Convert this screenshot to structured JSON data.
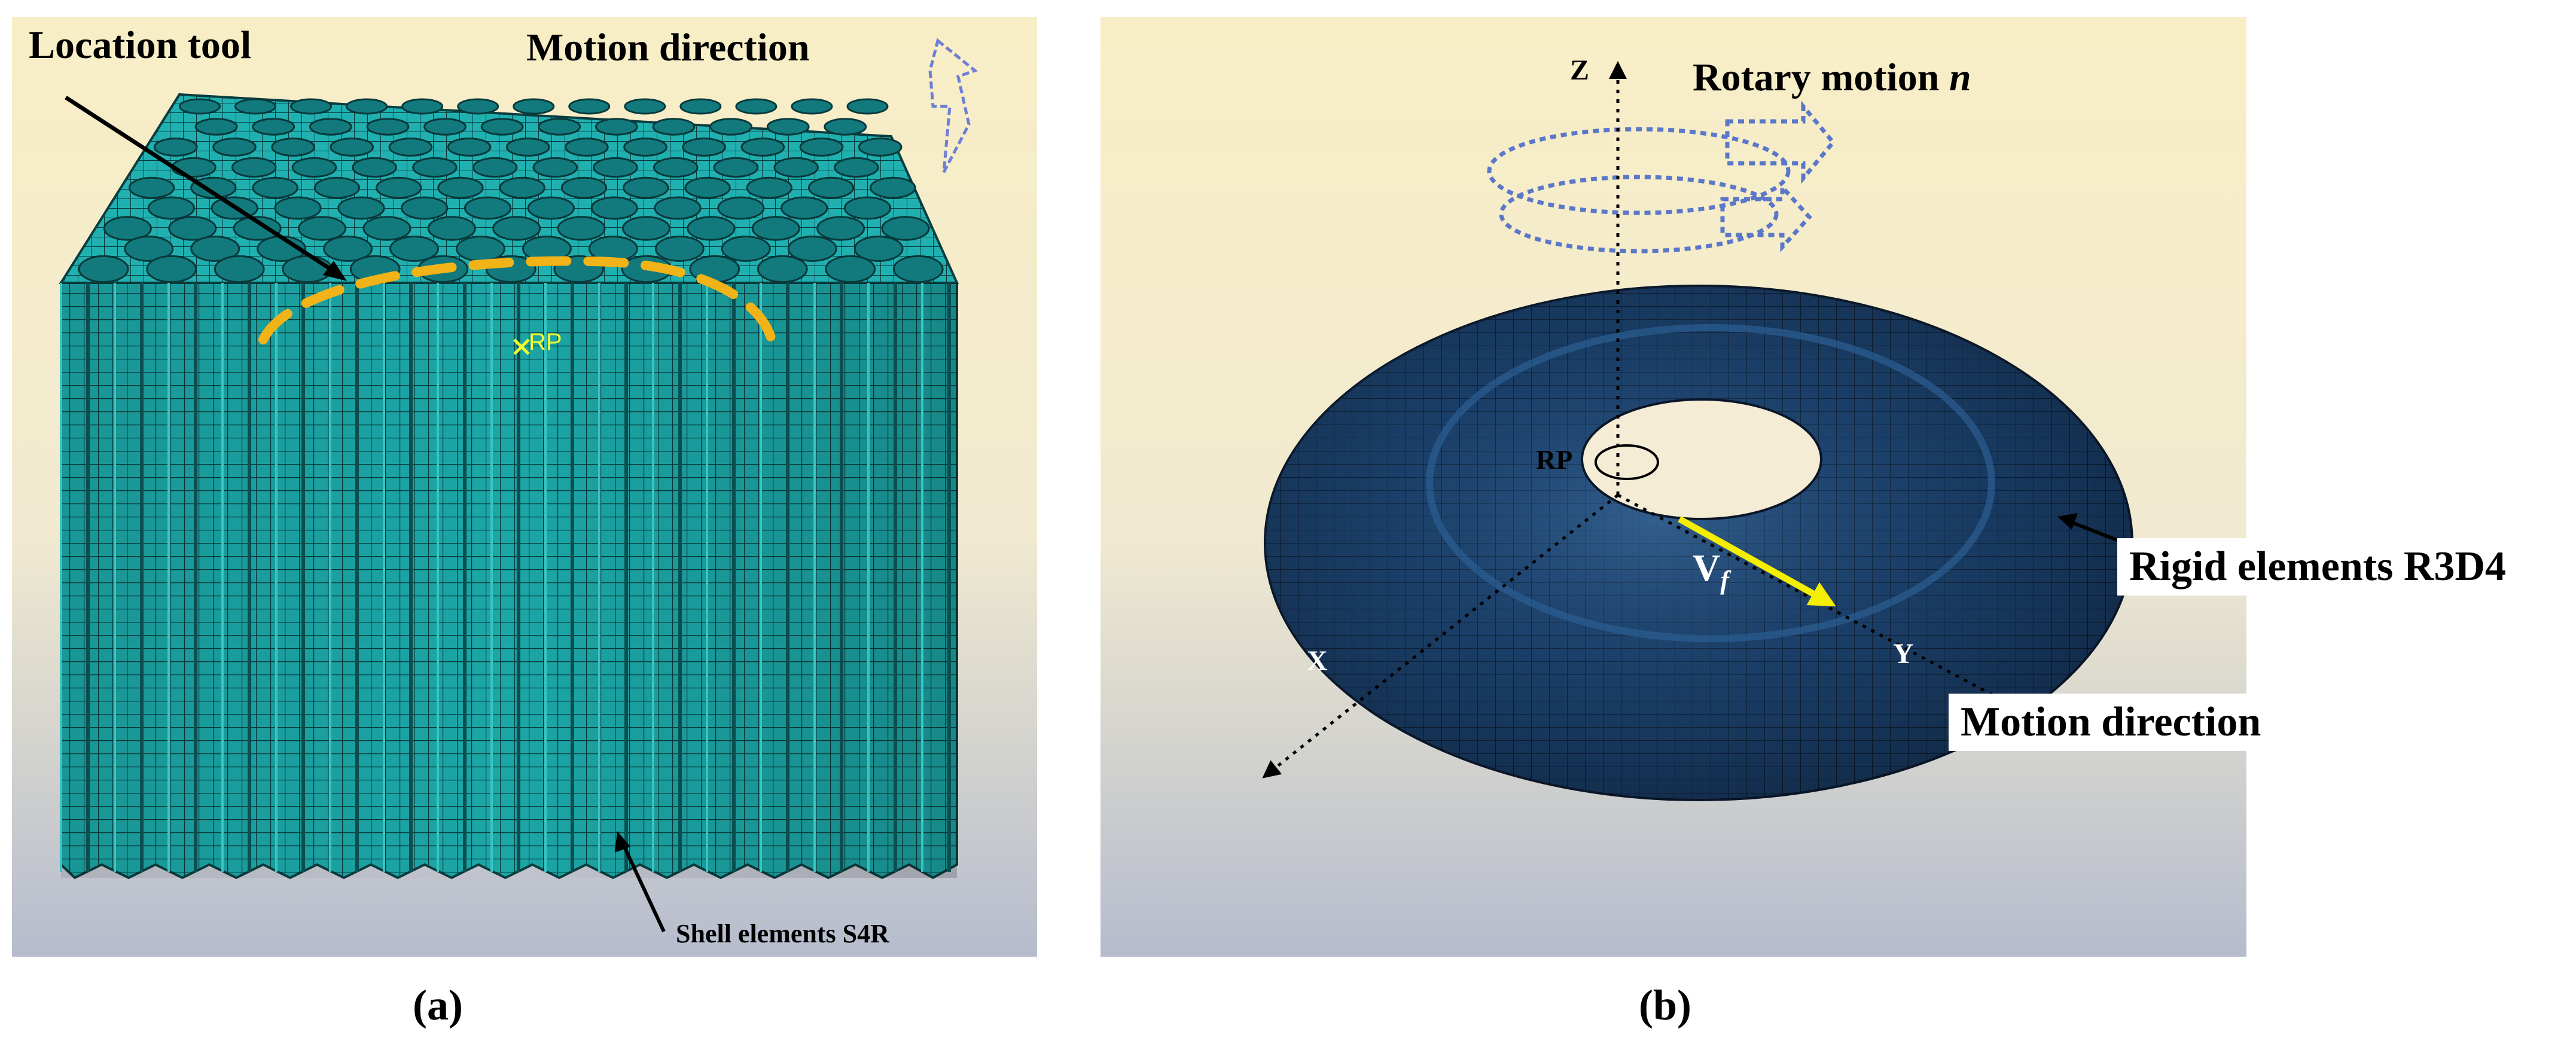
{
  "panel_a": {
    "caption": "(a)",
    "labels": {
      "location_tool": "Location tool",
      "motion_direction": "Motion direction",
      "rp": "RP",
      "shell_elements": "Shell elements S4R"
    }
  },
  "panel_b": {
    "caption": "(b)",
    "labels": {
      "z_axis": "Z",
      "rotary_motion": "Rotary motion",
      "rotary_motion_symbol": "n",
      "rp": "RP",
      "velocity": "V",
      "velocity_subscript": "f",
      "x_axis": "X",
      "y_axis": "Y",
      "rigid_elements": "Rigid elements R3D4",
      "motion_direction": "Motion direction"
    }
  },
  "colors": {
    "panel_bg_top": "#f8eec6",
    "panel_bg_bottom": "#b6bccd",
    "honeycomb_mesh": "#1aa3a3",
    "tool_mesh": "#16385e",
    "location_tool_dash": "#f2b318",
    "velocity_arrow": "#f4ee00"
  }
}
